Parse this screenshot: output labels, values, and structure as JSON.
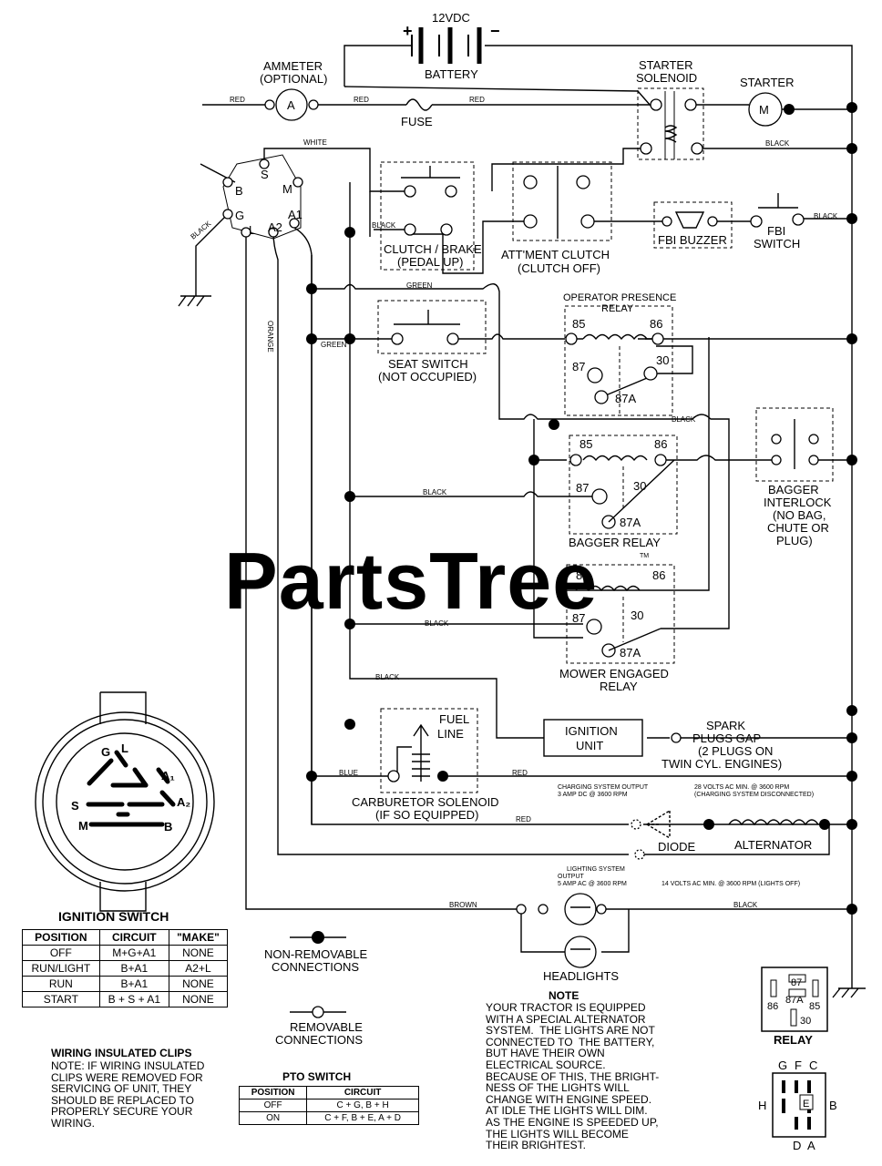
{
  "watermark": "PartsTree",
  "watermark_tm": "TM",
  "power": {
    "voltage": "12VDC",
    "plus": "+",
    "minus": "−",
    "battery": "BATTERY"
  },
  "ammeter": {
    "title": "AMMETER",
    "sub": "(OPTIONAL)",
    "symbol": "A"
  },
  "fuse": "FUSE",
  "starter_solenoid": [
    "STARTER",
    "SOLENOID"
  ],
  "starter": {
    "title": "STARTER",
    "symbol": "M"
  },
  "wire_colors": {
    "red": "RED",
    "white": "WHITE",
    "black": "BLACK",
    "green": "GREEN",
    "orange": "ORANGE",
    "blue": "BLUE",
    "brown": "BROWN"
  },
  "ignition_terminals": {
    "s": "S",
    "m": "M",
    "b": "B",
    "g": "G",
    "l": "L",
    "a2": "A2",
    "a1": "A1"
  },
  "clutch_brake": [
    "CLUTCH / BRAKE",
    "(PEDAL UP)"
  ],
  "attment_clutch": [
    "ATT'MENT CLUTCH",
    "(CLUTCH OFF)"
  ],
  "fbi_buzzer": "FBI BUZZER",
  "fbi_switch": [
    "FBI",
    "SWITCH"
  ],
  "seat_switch": [
    "SEAT SWITCH",
    "(NOT OCCUPIED)"
  ],
  "operator_relay": [
    "OPERATOR PRESENCE",
    "RELAY"
  ],
  "relay_pins": {
    "p85": "85",
    "p86": "86",
    "p87": "87",
    "p30": "30",
    "p87a": "87A"
  },
  "bagger_relay": "BAGGER RELAY",
  "bagger_interlock": [
    "BAGGER",
    "INTERLOCK",
    "(NO BAG,",
    "CHUTE OR",
    "PLUG)"
  ],
  "mower_relay": [
    "MOWER ENGAGED",
    "RELAY"
  ],
  "fuel_line": [
    "FUEL",
    "LINE"
  ],
  "ignition_unit": [
    "IGNITION",
    "UNIT"
  ],
  "spark_plugs": [
    "SPARK",
    "PLUGS GAP",
    "(2 PLUGS ON",
    "TWIN CYL. ENGINES)"
  ],
  "carb_solenoid": [
    "CARBURETOR SOLENOID",
    "(IF SO EQUIPPED)"
  ],
  "charging_output": [
    "CHARGING SYSTEM OUTPUT",
    "3 AMP DC @ 3600 RPM"
  ],
  "volts_28": [
    "28 VOLTS AC MIN. @ 3600 RPM",
    "(CHARGING SYSTEM DISCONNECTED)"
  ],
  "diode": "DIODE",
  "alternator": "ALTERNATOR",
  "lighting_output": [
    "LIGHTING SYSTEM",
    "OUTPUT",
    "5 AMP AC @ 3600 RPM"
  ],
  "volts_14": "14 VOLTS AC MIN. @ 3600 RPM (LIGHTS OFF)",
  "headlights": "HEADLIGHTS",
  "switch_face": {
    "g": "G",
    "l": "L",
    "a1": "A₁",
    "s": "S",
    "a2": "A₂",
    "m": "M",
    "b": "B"
  },
  "ignition_switch": {
    "title": "IGNITION SWITCH",
    "headers": [
      "POSITION",
      "CIRCUIT",
      "\"MAKE\""
    ],
    "rows": [
      [
        "OFF",
        "M+G+A1",
        "NONE"
      ],
      [
        "RUN/LIGHT",
        "B+A1",
        "A2+L"
      ],
      [
        "RUN",
        "B+A1",
        "NONE"
      ],
      [
        "START",
        "B + S + A1",
        "NONE"
      ]
    ]
  },
  "legend": {
    "non_removable": [
      "NON-REMOVABLE",
      "CONNECTIONS"
    ],
    "removable": [
      "REMOVABLE",
      "CONNECTIONS"
    ]
  },
  "clips_note": {
    "title": "WIRING INSULATED CLIPS",
    "text": "NOTE: IF WIRING INSULATED\nCLIPS WERE REMOVED FOR\nSERVICING OF UNIT, THEY\nSHOULD BE REPLACED TO\nPROPERLY SECURE YOUR\nWIRING."
  },
  "pto_switch": {
    "title": "PTO SWITCH",
    "headers": [
      "POSITION",
      "CIRCUIT"
    ],
    "rows": [
      [
        "OFF",
        "C + G, B + H"
      ],
      [
        "ON",
        "C + F, B + E, A + D"
      ]
    ]
  },
  "main_note": {
    "title": "NOTE",
    "text": "YOUR TRACTOR IS EQUIPPED\nWITH A SPECIAL ALTERNATOR\nSYSTEM.  THE LIGHTS ARE NOT\nCONNECTED TO  THE BATTERY,\nBUT HAVE THEIR OWN\nELECTRICAL SOURCE.\nBECAUSE OF THIS, THE BRIGHT-\nNESS OF THE LIGHTS WILL\nCHANGE WITH ENGINE SPEED.\nAT IDLE THE LIGHTS WILL DIM.\nAS THE ENGINE IS SPEEDED UP,\nTHE LIGHTS WILL BECOME\nTHEIR BRIGHTEST."
  },
  "relay_symbol": {
    "title": "RELAY",
    "p87": "87",
    "p87a": "87A",
    "p86": "86",
    "p85": "85",
    "p30": "30"
  },
  "pto_face": {
    "g": "G",
    "f": "F",
    "c": "C",
    "h": "H",
    "e": "E",
    "b": "B",
    "d": "D",
    "a": "A"
  }
}
